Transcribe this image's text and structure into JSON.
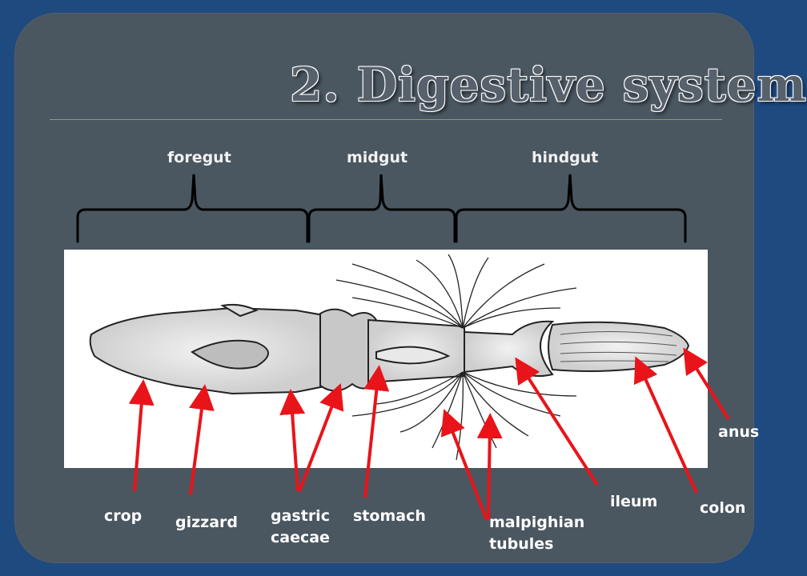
{
  "slide": {
    "title": "2. Digestive system"
  },
  "sections": [
    {
      "id": "foregut",
      "label": "foregut"
    },
    {
      "id": "midgut",
      "label": "midgut"
    },
    {
      "id": "hindgut",
      "label": "hindgut"
    }
  ],
  "parts": {
    "crop": "crop",
    "gizzard": "gizzard",
    "gastric_caecae": "gastric caecae",
    "stomach": "stomach",
    "malpighian_tubules": "malpighian tubules",
    "ileum": "ileum",
    "colon": "colon",
    "anus": "anus"
  },
  "colors": {
    "background": "#1f4a80",
    "slide": "#4a5660",
    "arrow": "#e8141a",
    "bracket": "#000000",
    "label": "#ffffff"
  }
}
